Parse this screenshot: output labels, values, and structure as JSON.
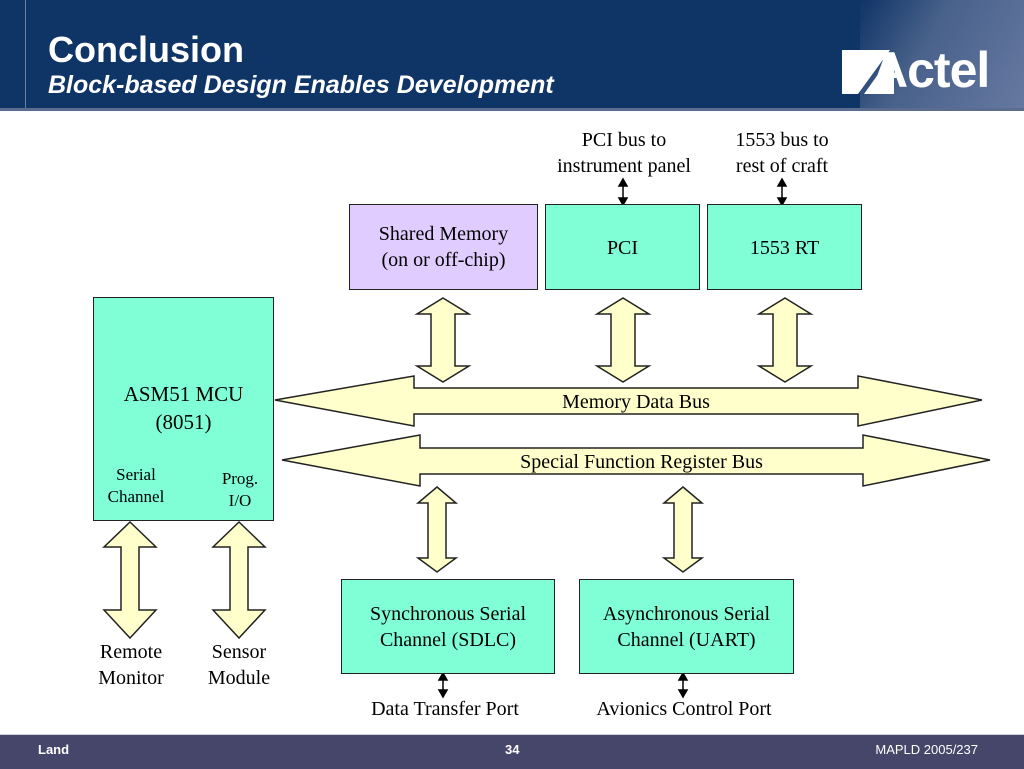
{
  "header": {
    "title": "Conclusion",
    "subtitle": "Block-based Design Enables Development",
    "logo_text": "Actel",
    "background_color": "#0f3466"
  },
  "diagram": {
    "top_labels": {
      "pci_external": [
        "PCI bus to",
        "instrument panel"
      ],
      "rt_external": [
        "1553 bus to",
        "rest of craft"
      ]
    },
    "blocks": {
      "shared_memory": [
        "Shared Memory",
        "(on or off-chip)"
      ],
      "pci": "PCI",
      "rt1553": "1553 RT",
      "mcu": [
        "ASM51 MCU",
        "(8051)"
      ],
      "mcu_serial": [
        "Serial",
        "Channel"
      ],
      "mcu_prog_io": [
        "Prog.",
        "I/O"
      ],
      "sdlc": [
        "Synchronous Serial",
        "Channel (SDLC)"
      ],
      "uart": [
        "Asynchronous Serial",
        "Channel (UART)"
      ]
    },
    "buses": {
      "memory_data_bus": "Memory Data Bus",
      "sfr_bus": "Special Function Register Bus"
    },
    "bottom_labels": {
      "remote_monitor": [
        "Remote",
        "Monitor"
      ],
      "sensor_module": [
        "Sensor",
        "Module"
      ],
      "data_transfer_port": "Data Transfer Port",
      "avionics_control_port": "Avionics Control Port"
    },
    "colors": {
      "block_teal": "#80ffd6",
      "block_lilac": "#e0ccff",
      "arrow_fill": "#ffffcc"
    }
  },
  "footer": {
    "left": "Land",
    "page": "34",
    "right": "MAPLD 2005/237"
  }
}
